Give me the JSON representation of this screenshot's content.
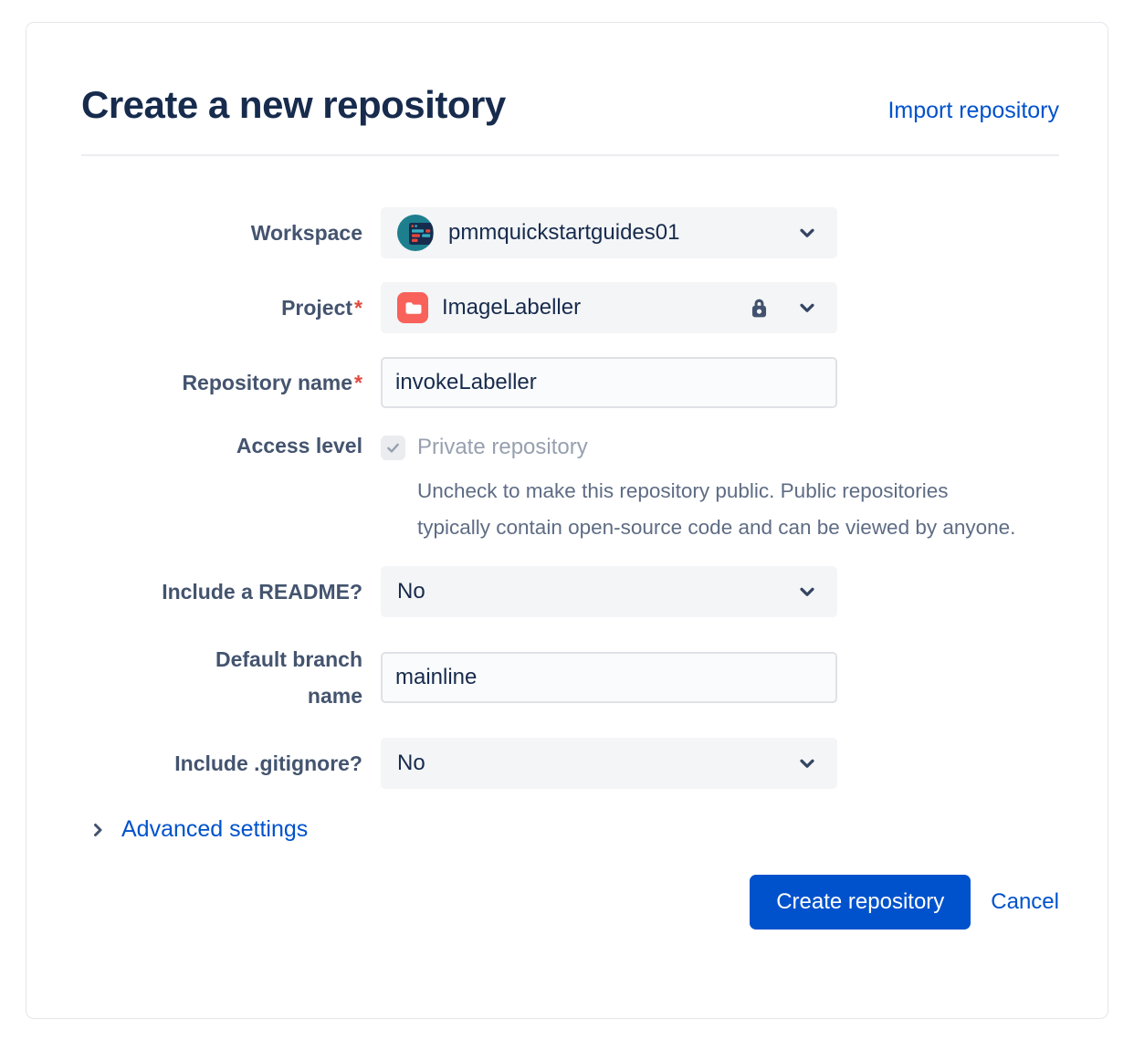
{
  "header": {
    "title": "Create a new repository",
    "import_link": "Import repository"
  },
  "form": {
    "workspace": {
      "label": "Workspace",
      "value": "pmmquickstartguides01"
    },
    "project": {
      "label": "Project",
      "required": "*",
      "value": "ImageLabeller"
    },
    "repo_name": {
      "label": "Repository name",
      "required": "*",
      "value": "invokeLabeller"
    },
    "access_level": {
      "label": "Access level",
      "checkbox_label": "Private repository",
      "checkbox_checked": true,
      "help": "Uncheck to make this repository public. Public repositories typically contain open-source code and can be viewed by anyone."
    },
    "readme": {
      "label": "Include a README?",
      "value": "No"
    },
    "default_branch": {
      "label": "Default branch name",
      "value": "mainline"
    },
    "gitignore": {
      "label": "Include .gitignore?",
      "value": "No"
    },
    "advanced": {
      "label": "Advanced settings"
    }
  },
  "footer": {
    "create_label": "Create repository",
    "cancel_label": "Cancel"
  },
  "icons": {
    "workspace_avatar": "workspace-avatar",
    "project_folder": "folder",
    "project_lock": "lock",
    "select_chevron": "chevron-down",
    "advanced_chevron": "chevron-right",
    "checkbox_check": "checkmark"
  },
  "colors": {
    "title_navy": "#172B4D",
    "label_slate": "#44546F",
    "link_blue": "#0052CC",
    "button_blue": "#0052CC",
    "required_red": "#E2483D",
    "field_gray": "#F4F5F7",
    "input_border": "#DFE1E6",
    "input_bg": "#FAFBFC",
    "muted_text": "#97A0AF",
    "help_text": "#5E6C84",
    "avatar_teal": "#1D7F8E",
    "folder_red": "#F9615B",
    "icon_slate": "#42526E",
    "accent_teal": "#35B0BF"
  }
}
